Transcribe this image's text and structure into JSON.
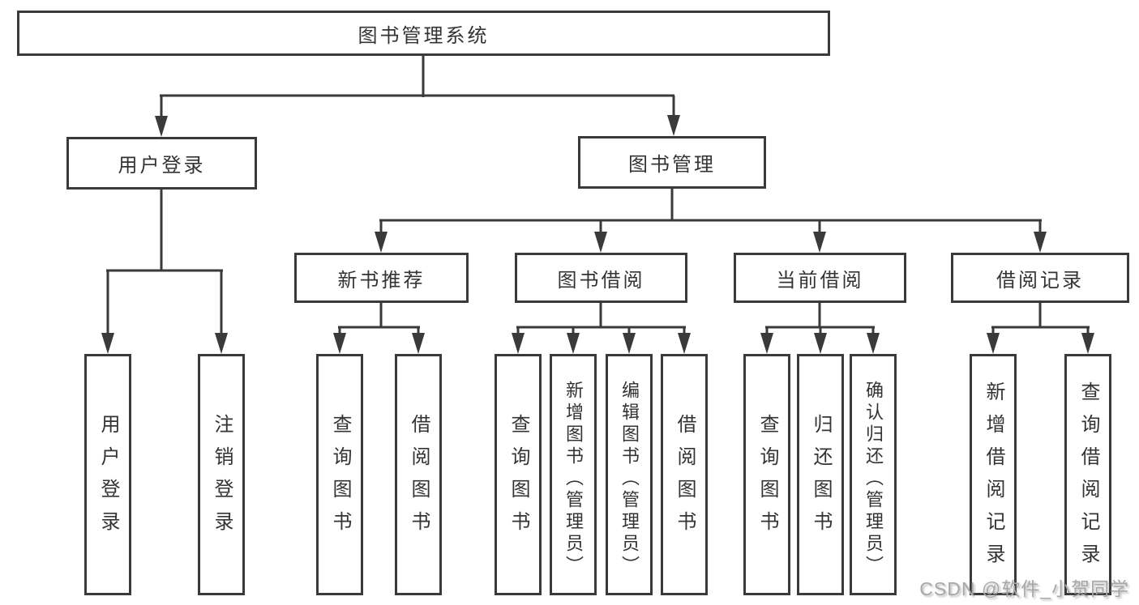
{
  "diagram_title": "图书管理系统",
  "tree": {
    "label": "图书管理系统",
    "children": [
      {
        "label": "用户登录",
        "children": [
          {
            "label": "用户登录"
          },
          {
            "label": "注销登录"
          }
        ]
      },
      {
        "label": "图书管理",
        "children": [
          {
            "label": "新书推荐",
            "children": [
              {
                "label": "查询图书"
              },
              {
                "label": "借阅图书"
              }
            ]
          },
          {
            "label": "图书借阅",
            "children": [
              {
                "label": "查询图书"
              },
              {
                "label": "新增图书（管理员）"
              },
              {
                "label": "编辑图书（管理员）"
              },
              {
                "label": "借阅图书"
              }
            ]
          },
          {
            "label": "当前借阅",
            "children": [
              {
                "label": "查询图书"
              },
              {
                "label": "归还图书"
              },
              {
                "label": "确认归还（管理员）"
              }
            ]
          },
          {
            "label": "借阅记录",
            "children": [
              {
                "label": "新增借阅记录"
              },
              {
                "label": "查询借阅记录"
              }
            ]
          }
        ]
      }
    ]
  },
  "watermark": {
    "text": "CSDN @软件_小贺同学"
  },
  "colors": {
    "line": "#3a3a3a",
    "node_border": "#3a3a3a",
    "text": "#333333",
    "watermark": "#a8a8a8",
    "background": "#ffffff"
  }
}
